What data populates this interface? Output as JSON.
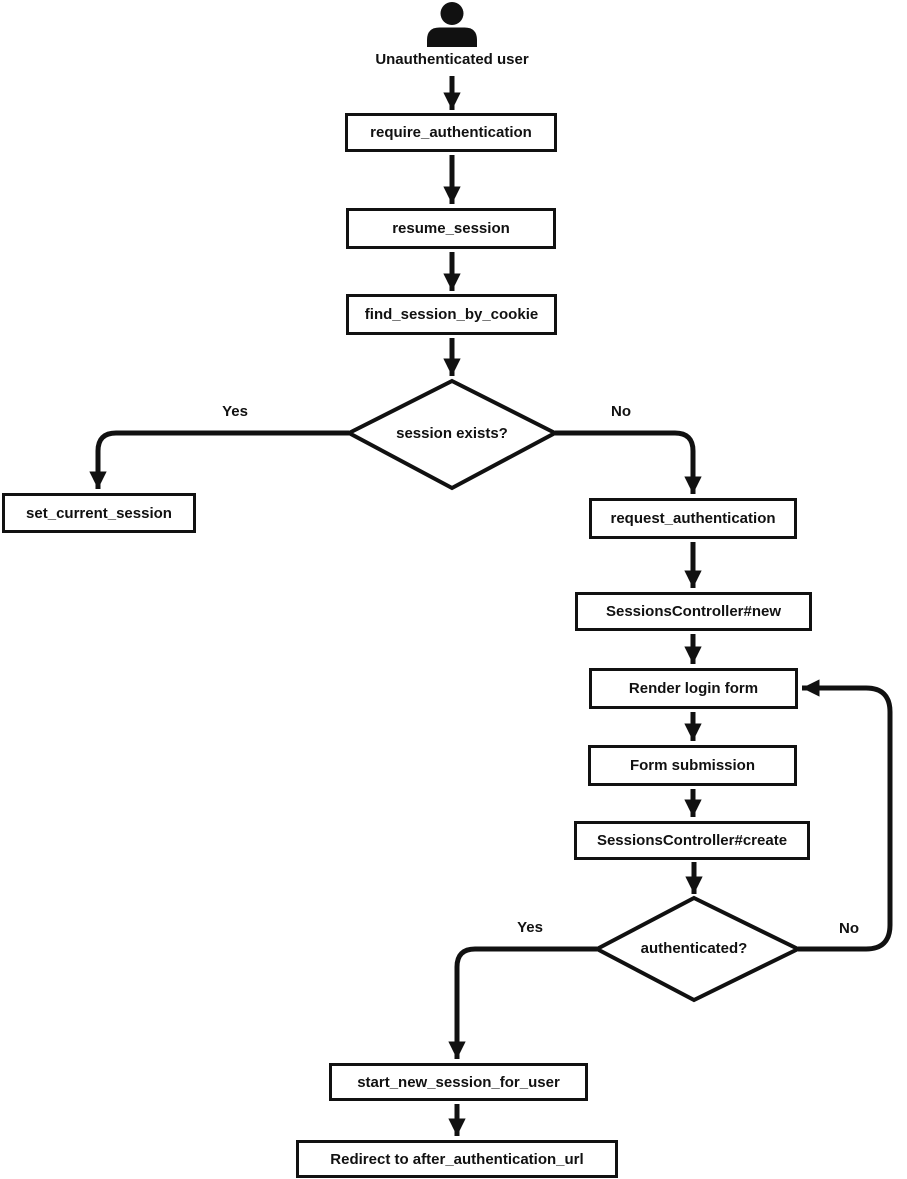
{
  "colors": {
    "line": "#111111",
    "node-fill": "#ffffff",
    "bg": "#ffffff",
    "text": "#111111"
  },
  "start_label": "Unauthenticated user",
  "nodes": {
    "require_authentication": "require_authentication",
    "resume_session": "resume_session",
    "find_session_by_cookie": "find_session_by_cookie",
    "set_current_session": "set_current_session",
    "request_authentication": "request_authentication",
    "sessions_controller_new": "SessionsController#new",
    "render_login_form": "Render login form",
    "form_submission": "Form submission",
    "sessions_controller_create": "SessionsController#create",
    "start_new_session_for_user": "start_new_session_for_user",
    "redirect_after_auth": "Redirect to after_authentication_url"
  },
  "decisions": {
    "session_exists": "session exists?",
    "authenticated": "authenticated?"
  },
  "edge_labels": {
    "session_exists_yes": "Yes",
    "session_exists_no": "No",
    "authenticated_yes": "Yes",
    "authenticated_no": "No"
  }
}
